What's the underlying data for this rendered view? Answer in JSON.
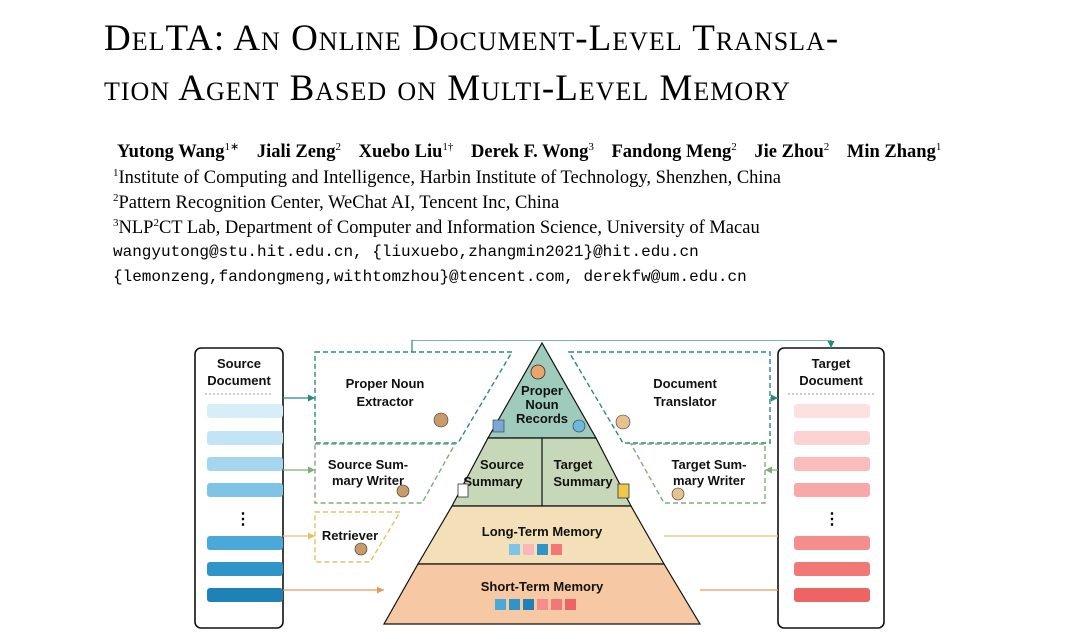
{
  "title_lines": [
    "DelTA: An Online Document-Level Transla-",
    "tion Agent Based on Multi-Level Memory"
  ],
  "authors": [
    {
      "name": "Yutong Wang",
      "sup": "1∗"
    },
    {
      "name": "Jiali Zeng",
      "sup": "2"
    },
    {
      "name": "Xuebo Liu",
      "sup": "1†"
    },
    {
      "name": "Derek F. Wong",
      "sup": "3"
    },
    {
      "name": "Fandong Meng",
      "sup": "2"
    },
    {
      "name": "Jie Zhou",
      "sup": "2"
    },
    {
      "name": "Min Zhang",
      "sup": "1"
    }
  ],
  "affiliations": {
    "a1": {
      "sup": "1",
      "text": "Institute of Computing and Intelligence, Harbin Institute of Technology, Shenzhen, China"
    },
    "a2": {
      "sup": "2",
      "text": "Pattern Recognition Center, WeChat AI, Tencent Inc, China"
    },
    "a3": {
      "sup1": "3",
      "pre": "NLP",
      "sup2": "2",
      "text": "CT Lab, Department of Computer and Information Science, University of Macau"
    }
  },
  "emails": {
    "line1": "wangyutong@stu.hit.edu.cn, {liuxuebo,zhangmin2021}@hit.edu.cn",
    "line2": "{lemonzeng,fandongmeng,withtomzhou}@tencent.com, derekfw@um.edu.cn"
  },
  "figure": {
    "source_doc": [
      "Source",
      "Document"
    ],
    "target_doc": [
      "Target",
      "Document"
    ],
    "ellipsis": "⋮",
    "proper_noun_extractor": [
      "Proper Noun",
      "Extractor"
    ],
    "document_translator": [
      "Document",
      "Translator"
    ],
    "source_summary_writer": [
      "Source Sum-",
      "mary Writer"
    ],
    "target_summary_writer": [
      "Target Sum-",
      "mary Writer"
    ],
    "retriever": "Retriever",
    "proper_noun_records": [
      "Proper",
      "Noun",
      "Records"
    ],
    "source_summary": [
      "Source",
      "Summary"
    ],
    "target_summary": [
      "Target",
      "Summary"
    ],
    "long_term_memory": "Long-Term Memory",
    "short_term_memory": "Short-Term Memory",
    "colors": {
      "teal": "#2a8a7e",
      "green": "#7fae78",
      "yellow": "#e6c068",
      "orange": "#e69a5a",
      "pyramid_top": "#9fcbbd",
      "pyramid_mid": "#c6d8b8",
      "pyramid_long": "#f3e0b8",
      "pyramid_short": "#f6c9a4"
    }
  }
}
